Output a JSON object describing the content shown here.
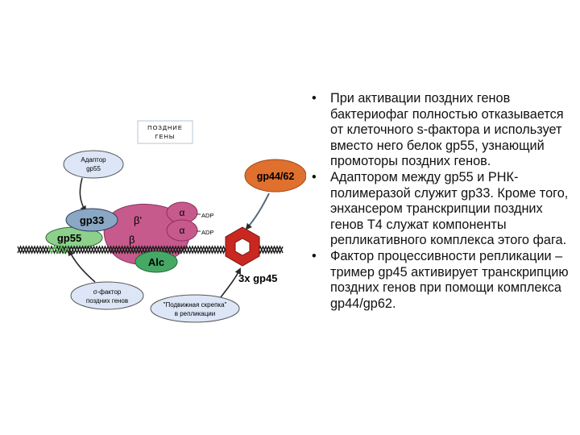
{
  "diagram": {
    "late_genes_box": [
      "ПОЗДНИЕ",
      "ГЕНЫ"
    ],
    "adaptor_bubble": [
      "Адаптор",
      "gp55"
    ],
    "sigma_bubble": [
      "σ-фактор",
      "поздних генов"
    ],
    "clamp_bubble": [
      "\"Подвижная скрепка\"",
      "в репликации"
    ],
    "gp33": "gp33",
    "gp55": "gp55",
    "gp44_62": "gp44/62",
    "alc": "Alc",
    "beta_prime": "β'",
    "beta": "β",
    "alpha_top": "α",
    "alpha_bottom": "α",
    "adp_top": "ADP",
    "adp_bottom": "ADP",
    "gp45": "3x gp45"
  },
  "bullets": [
    "При активации поздних генов бактериофаг полностью отказывается от клеточного s-фактора и использует вместо него белок gp55, узнающий промоторы поздних генов.",
    "Адаптором между gp55 и РНК-полимеразой служит gp33. Кроме того, энхансером транскрипции поздних генов Т4 служат компоненты репликативного комплекса этого фага.",
    "Фактор процессивности репликации – тример gp45 активирует транскрипцию поздних генов при помощи комплекса gp44/gp62."
  ],
  "colors": {
    "polymerase": "#c75a8c",
    "gp33": "#8aa8c4",
    "gp55": "#8cd08c",
    "gp44_62": "#e0702e",
    "alc": "#46a865",
    "gp45_ring": "#c82820",
    "bubble": "#dce6f6"
  }
}
